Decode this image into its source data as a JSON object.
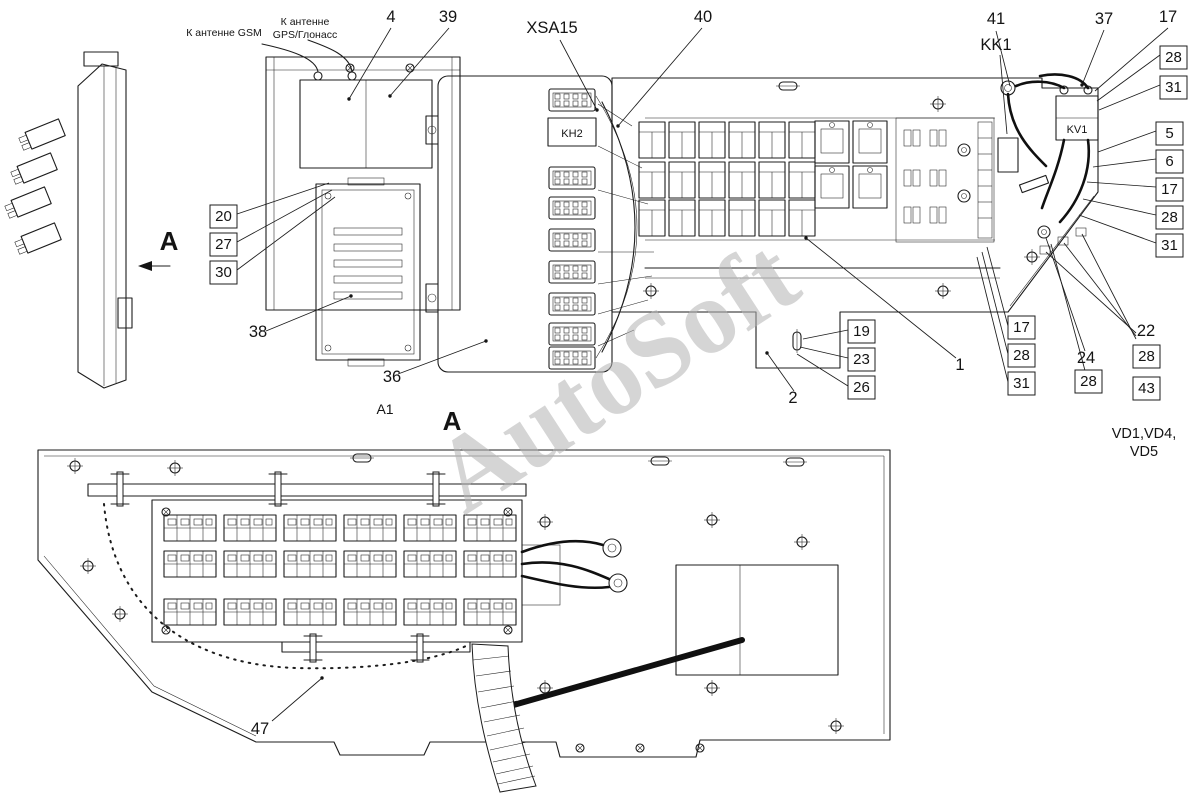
{
  "watermark": "AutoSoft",
  "drawing": {
    "antenna_gsm": "К антенне GSM",
    "antenna_gps_line1": "К антенне",
    "antenna_gps_line2": "GPS/Глонасс",
    "component_kh2": "KH2",
    "component_kv1": "KV1",
    "component_kk1": "KK1",
    "unit_a1": "A1",
    "view_label": "А",
    "diodes_line1": "VD1,VD4,",
    "diodes_line2": "VD5"
  },
  "callouts": {
    "plain": {
      "n4": "4",
      "n39": "39",
      "xsa15": "XSA15",
      "n40": "40",
      "n41": "41",
      "n37": "37",
      "n17": "17",
      "n38": "38",
      "n36": "36",
      "n2": "2",
      "n1": "1",
      "n24": "24",
      "n22": "22",
      "n47": "47"
    },
    "boxed": {
      "tr28": "28",
      "tr31": "31",
      "r5": "5",
      "r6": "6",
      "r17": "17",
      "r28": "28",
      "r31": "31",
      "l20": "20",
      "l27": "27",
      "l30": "30",
      "m19": "19",
      "m23": "23",
      "m26": "26",
      "g17": "17",
      "g28": "28",
      "g31": "31",
      "p28": "28",
      "q28": "28",
      "q43": "43"
    }
  }
}
